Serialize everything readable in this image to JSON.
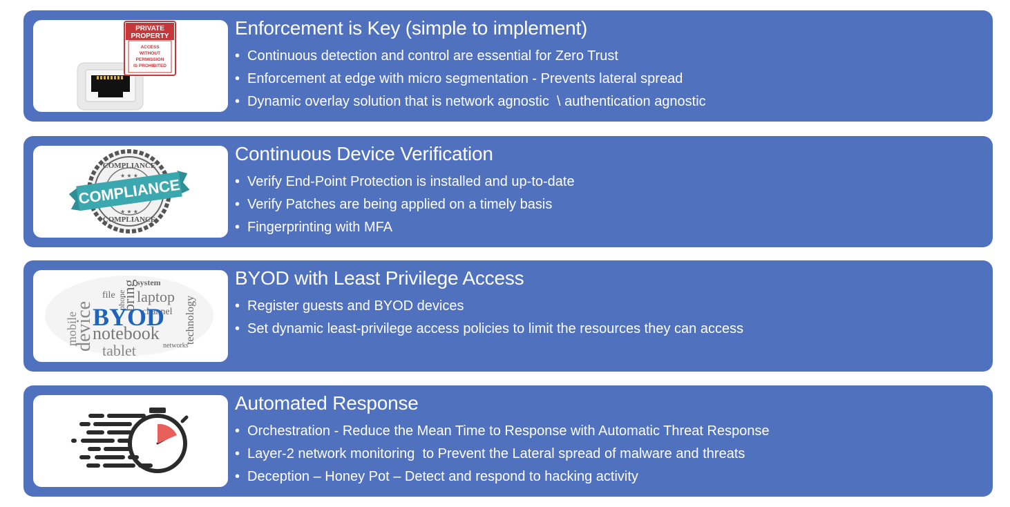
{
  "theme": {
    "panel_color": "#5071BE",
    "text_color": "#FFFFFF",
    "image_bg": "#FFFFFF"
  },
  "panels": [
    {
      "title": "Enforcement is Key (simple to implement)",
      "icon": "network-port-private-property-icon",
      "sign": {
        "line1": "PRIVATE",
        "line2": "PROPERTY",
        "line3": "ACCESS",
        "line4": "WITHOUT",
        "line5": "PERMISSION",
        "line6": "IS PROHIBITED"
      },
      "bullets": [
        "Continuous detection and control are essential for Zero Trust",
        "Enforcement at edge with micro segmentation - Prevents lateral spread",
        "Dynamic overlay solution that is network agnostic  \\ authentication agnostic"
      ]
    },
    {
      "title": "Continuous Device Verification",
      "icon": "compliance-stamp-icon",
      "stamp": {
        "ribbon": "COMPLIANCE",
        "top_arc": "COMPLIANCE",
        "bottom_arc": "COMPLIANCE"
      },
      "bullets": [
        "Verify End-Point Protection is installed and up-to-date",
        "Verify Patches are being applied on a timely basis",
        "Fingerprinting with MFA"
      ]
    },
    {
      "title": "BYOD with Least Privilege Access",
      "icon": "byod-word-cloud-icon",
      "cloud": {
        "main": "BYOD",
        "w1": "notebook",
        "w2": "tablet",
        "w3": "device",
        "w4": "laptop",
        "w5": "bring",
        "w6": "channel",
        "w7": "system",
        "w8": "mobile",
        "w9": "technology",
        "w10": "file",
        "w11": "phone",
        "w12": "networks"
      },
      "bullets": [
        "Register guests and BYOD devices",
        "Set dynamic least-privilege access policies to limit the resources they can access"
      ]
    },
    {
      "title": "Automated Response",
      "icon": "fast-stopwatch-icon",
      "bullets": [
        "Orchestration - Reduce the Mean Time to Response with Automatic Threat Response",
        "Layer-2 network monitoring  to Prevent the Lateral spread of malware and threats",
        "Deception – Honey Pot – Detect and respond to hacking activity"
      ]
    }
  ]
}
